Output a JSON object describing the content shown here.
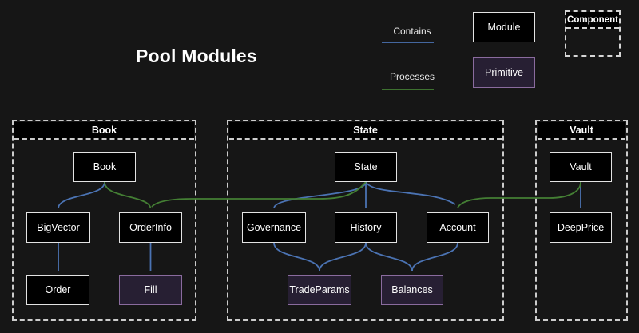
{
  "title": "Pool Modules",
  "legend": {
    "contains": {
      "label": "Contains",
      "color": "#4b73b3"
    },
    "processes": {
      "label": "Processes",
      "color": "#447f34"
    },
    "module_label": "Module",
    "primitive_label": "Primitive",
    "component_label": "Component"
  },
  "colors": {
    "background": "#161616",
    "module_fill": "#000000",
    "module_border": "#e3e3e3",
    "primitive_fill": "#271f33",
    "primitive_border": "#8a6b9e",
    "container_border": "#cccccc",
    "text": "#ffffff"
  },
  "containers": [
    {
      "label": "Book",
      "nodes": [
        {
          "label": "Book",
          "type": "module"
        },
        {
          "label": "BigVector",
          "type": "module"
        },
        {
          "label": "OrderInfo",
          "type": "module"
        },
        {
          "label": "Order",
          "type": "module"
        },
        {
          "label": "Fill",
          "type": "primitive"
        }
      ]
    },
    {
      "label": "State",
      "nodes": [
        {
          "label": "State",
          "type": "module"
        },
        {
          "label": "Governance",
          "type": "module"
        },
        {
          "label": "History",
          "type": "module"
        },
        {
          "label": "Account",
          "type": "module"
        },
        {
          "label": "TradeParams",
          "type": "primitive"
        },
        {
          "label": "Balances",
          "type": "primitive"
        }
      ]
    },
    {
      "label": "Vault",
      "nodes": [
        {
          "label": "Vault",
          "type": "module"
        },
        {
          "label": "DeepPrice",
          "type": "module"
        }
      ]
    }
  ],
  "edges": [
    {
      "from": "Book",
      "to": "BigVector",
      "type": "contains"
    },
    {
      "from": "BigVector",
      "to": "Order",
      "type": "contains"
    },
    {
      "from": "OrderInfo",
      "to": "Fill",
      "type": "contains"
    },
    {
      "from": "Book",
      "to": "OrderInfo",
      "type": "processes"
    },
    {
      "from": "State",
      "to": "OrderInfo",
      "type": "processes"
    },
    {
      "from": "State",
      "to": "Governance",
      "type": "contains"
    },
    {
      "from": "State",
      "to": "History",
      "type": "contains"
    },
    {
      "from": "State",
      "to": "Account",
      "type": "contains"
    },
    {
      "from": "Governance",
      "to": "TradeParams",
      "type": "contains"
    },
    {
      "from": "History",
      "to": "TradeParams",
      "type": "contains"
    },
    {
      "from": "History",
      "to": "Balances",
      "type": "contains"
    },
    {
      "from": "Account",
      "to": "Balances",
      "type": "contains"
    },
    {
      "from": "Vault",
      "to": "DeepPrice",
      "type": "contains"
    },
    {
      "from": "Vault",
      "to": "Account",
      "type": "processes"
    }
  ]
}
